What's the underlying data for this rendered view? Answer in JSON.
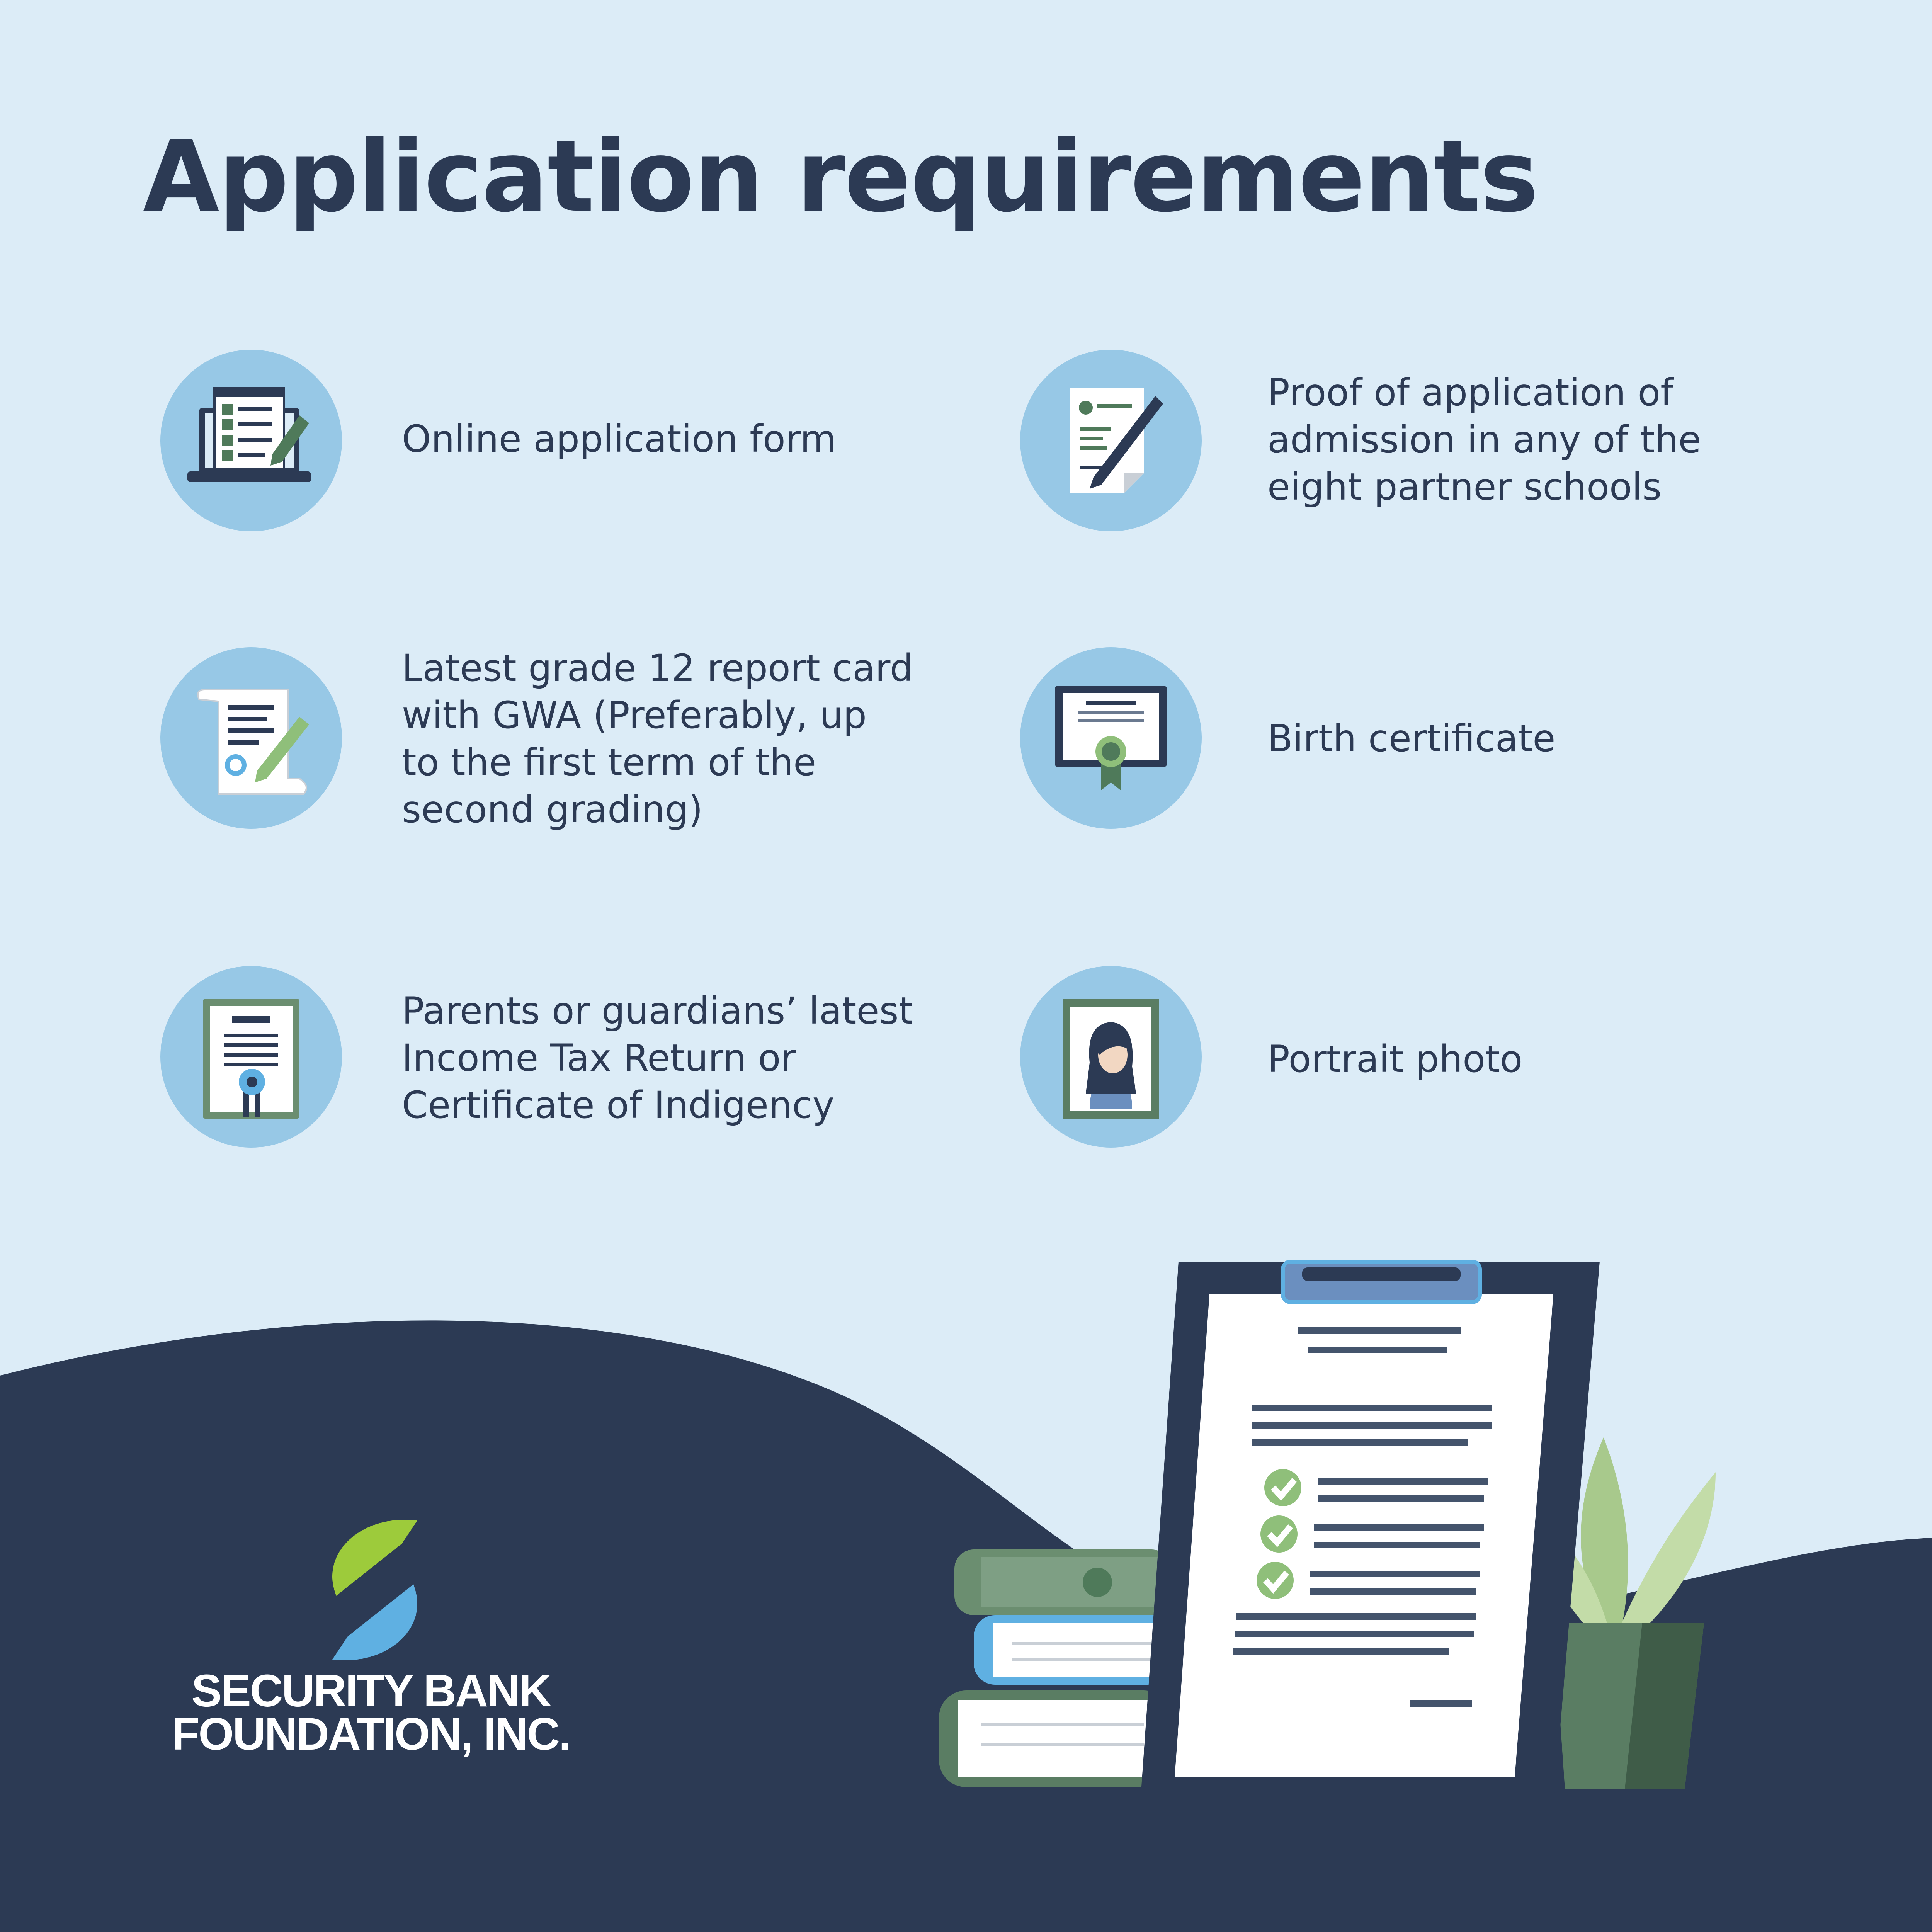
{
  "heading": "Application requirements",
  "requirements": [
    {
      "icon": "laptop-form-icon",
      "text": "Online application form"
    },
    {
      "icon": "signed-document-icon",
      "text": "Proof of application of\nadmission in any of the\neight partner schools"
    },
    {
      "icon": "report-card-scroll-icon",
      "text": "Latest grade 12 report card\nwith GWA (Preferably, up\nto the first term of the\nsecond grading)"
    },
    {
      "icon": "birth-certificate-icon",
      "text": "Birth certificate"
    },
    {
      "icon": "tax-certificate-icon",
      "text": "Parents or guardians’ latest\nIncome Tax Return or\nCertificate of Indigency"
    },
    {
      "icon": "portrait-frame-icon",
      "text": "Portrait photo"
    }
  ],
  "brand": {
    "name_line1": "SECURITY BANK",
    "name_line2": "FOUNDATION, INC."
  },
  "colors": {
    "background": "#dcecf7",
    "navy": "#2c3a54",
    "icon_circle": "#97c8e6",
    "logo_green": "#9dcb3b",
    "logo_blue": "#5fb0e2",
    "plant_green": "#5a7d63"
  }
}
